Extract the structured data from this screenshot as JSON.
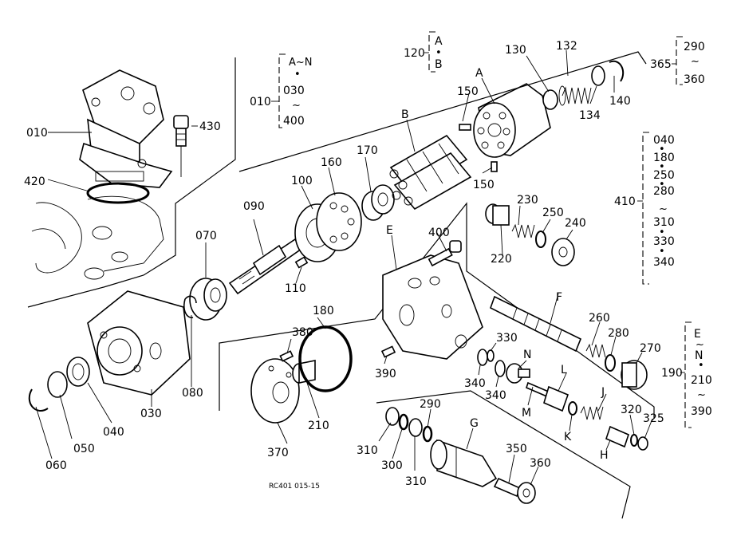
{
  "diagram": {
    "caption": "RC401 015-15",
    "parts": {
      "p010": "010",
      "p430": "430",
      "p420": "420",
      "p070": "070",
      "p090": "090",
      "p100": "100",
      "p160": "160",
      "p170": "170",
      "p110": "110",
      "p080": "080",
      "p030": "030",
      "p040": "040",
      "p050": "050",
      "p060": "060",
      "p180": "180",
      "p380": "380",
      "p370": "370",
      "p210": "210",
      "p390": "390",
      "p400": "400",
      "p220": "220",
      "p230": "230",
      "p250": "250",
      "p240": "240",
      "p150a": "150",
      "p150b": "150",
      "p130": "130",
      "p132": "132",
      "p134": "134",
      "p140": "140",
      "p330": "330",
      "p340a": "340",
      "p340b": "340",
      "p260": "260",
      "p280": "280",
      "p270": "270",
      "p320": "320",
      "p325": "325",
      "p310a": "310",
      "p300": "300",
      "p310b": "310",
      "p290": "290",
      "p350": "350",
      "p360": "360",
      "A": "A",
      "B": "B",
      "E": "E",
      "F": "F",
      "G": "G",
      "H": "H",
      "J": "J",
      "K": "K",
      "L": "L",
      "M": "M",
      "N": "N"
    },
    "groups": {
      "g010": {
        "ref": "010",
        "top": "A~N",
        "dot": "•",
        "mid": "030",
        "tilde": "~",
        "bot": "400"
      },
      "g120": {
        "ref": "120",
        "top": "A",
        "dot": "•",
        "bot": "B"
      },
      "g365": {
        "ref": "365",
        "top": "290",
        "tilde": "~",
        "bot": "360"
      },
      "g410": {
        "ref": "410",
        "items": [
          "040",
          "•",
          "180",
          "•",
          "250",
          "•",
          "280",
          "~",
          "310",
          "•",
          "330",
          "•",
          "340"
        ]
      },
      "g190": {
        "ref": "190",
        "items": [
          "E",
          "~",
          "N",
          "•",
          "210",
          "~",
          "390"
        ]
      }
    }
  }
}
